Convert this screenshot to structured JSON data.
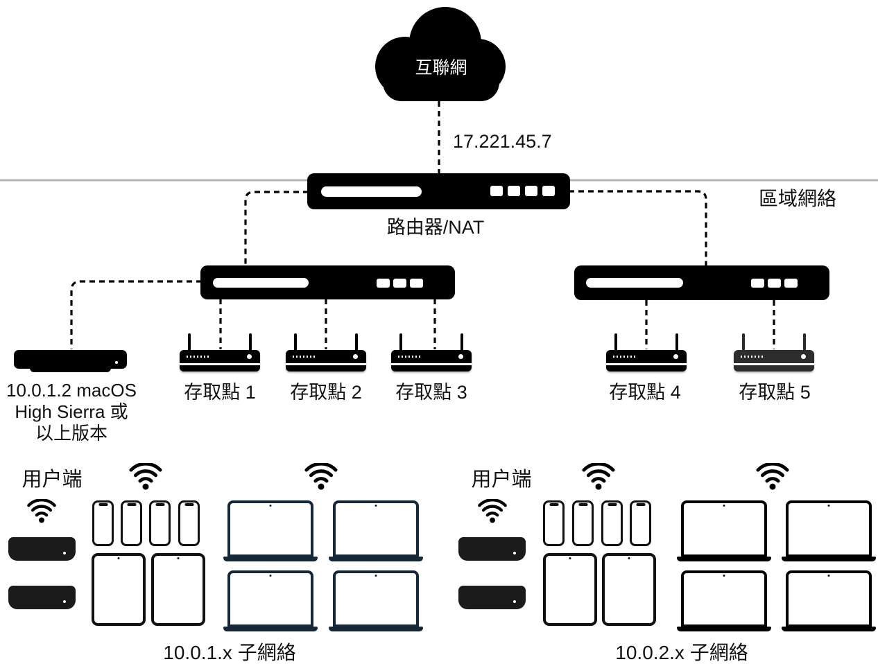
{
  "internet": {
    "label": "互聯網",
    "ip": "17.221.45.7"
  },
  "router": {
    "label": "路由器/NAT"
  },
  "lan": {
    "label": "區域網絡"
  },
  "server": {
    "line1": "10.0.1.2 macOS",
    "line2": "High Sierra 或",
    "line3": "以上版本"
  },
  "access_points": {
    "ap1": "存取點 1",
    "ap2": "存取點 2",
    "ap3": "存取點 3",
    "ap4": "存取點 4",
    "ap5": "存取點 5"
  },
  "subnet1": {
    "clients_label": "用户端",
    "label": "10.0.1.x 子網絡"
  },
  "subnet2": {
    "clients_label": "用户端",
    "label": "10.0.2.x 子網絡"
  },
  "colors": {
    "device_black": "#000000",
    "ap5_gray": "#2d2d2d",
    "laptop_navy": "#14283a",
    "lan_line_gray": "#b3b3b3",
    "cloud_text": "#ffffff"
  }
}
